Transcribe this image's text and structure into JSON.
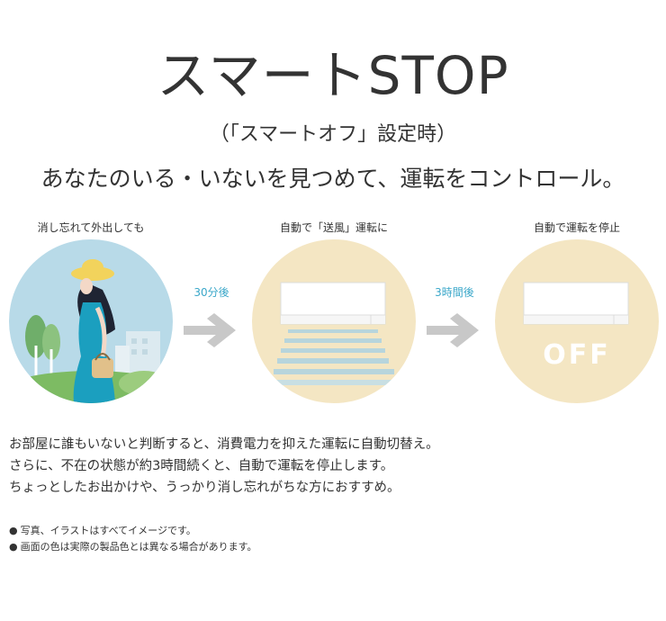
{
  "header": {
    "title": "スマートSTOP",
    "subtitle": "（「スマートオフ」設定時）",
    "tagline": "あなたのいる・いないを見つめて、運転をコントロール。"
  },
  "steps": [
    {
      "label": "消し忘れて外出しても"
    },
    {
      "label": "自動で「送風」運転に"
    },
    {
      "label": "自動で運転を停止",
      "badge": "OFF"
    }
  ],
  "arrows": [
    {
      "label": "30分後"
    },
    {
      "label": "3時間後"
    }
  ],
  "body": [
    "お部屋に誰もいないと判断すると、消費電力を抑えた運転に自動切替え。",
    "さらに、不在の状態が約3時間続くと、自動で運転を停止します。",
    "ちょっとしたお出かけや、うっかり消し忘れがちな方におすすめ。"
  ],
  "notes": {
    "bullet": "●",
    "items": [
      "写真、イラストはすべてイメージです。",
      "画面の色は実際の製品色とは異なる場合があります。"
    ]
  },
  "colors": {
    "circle_beige": "#f4e6c3",
    "sky": "#b8dae8",
    "accent_teal": "#3aa7c9",
    "arrow_gray": "#c8c8c8",
    "airflow_blue": "#b7d5dc"
  }
}
